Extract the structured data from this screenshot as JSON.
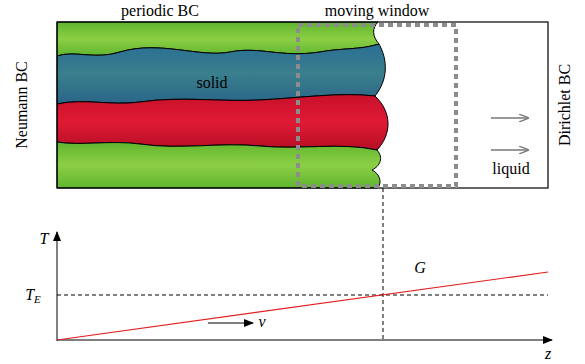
{
  "diagram": {
    "labels": [
      "periodic BC",
      "moving window",
      "Neumann BC",
      "solid",
      "liquid",
      "Dirichlet BC",
      "T",
      "TE",
      "G",
      "v",
      "z"
    ]
  }
}
